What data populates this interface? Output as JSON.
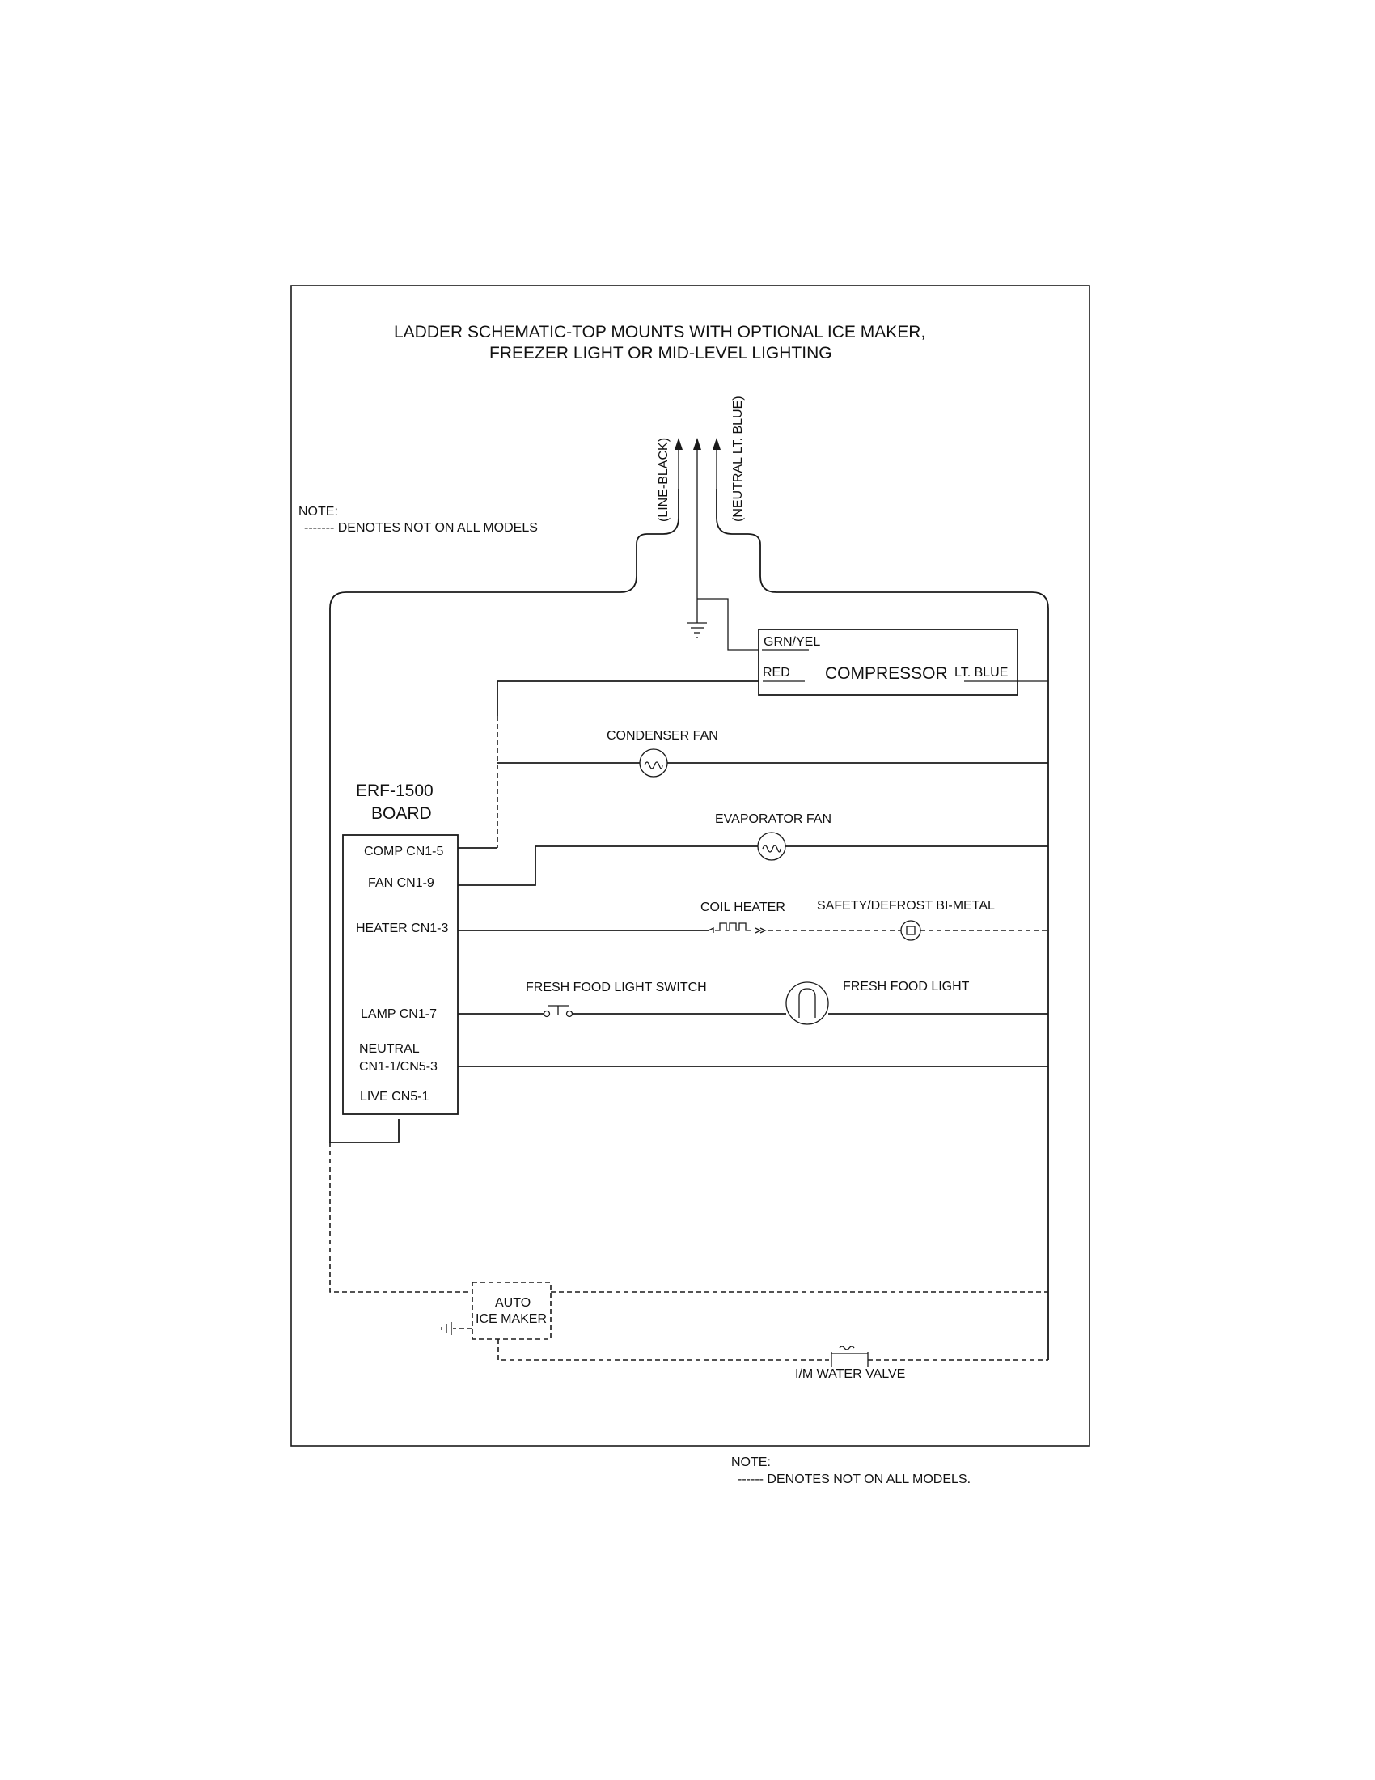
{
  "title": {
    "line1": "LADDER SCHEMATIC-TOP MOUNTS WITH OPTIONAL ICE MAKER,",
    "line2": "FREEZER LIGHT OR MID-LEVEL LIGHTING"
  },
  "note_top": {
    "label": "NOTE:",
    "text": "------- DENOTES NOT ON ALL MODELS"
  },
  "power": {
    "line_label": "(LINE-BLACK)",
    "neutral_label": "(NEUTRAL LT. BLUE)"
  },
  "compressor": {
    "name": "COMPRESSOR",
    "grn_yel": "GRN/YEL",
    "red": "RED",
    "lt_blue": "LT. BLUE"
  },
  "components": {
    "condenser_fan": "CONDENSER FAN",
    "evaporator_fan": "EVAPORATOR FAN",
    "coil_heater": "COIL HEATER",
    "safety_defrost": "SAFETY/DEFROST BI-METAL",
    "fresh_food_light_switch": "FRESH FOOD LIGHT SWITCH",
    "fresh_food_light": "FRESH FOOD LIGHT"
  },
  "board": {
    "name_line1": "ERF-1500",
    "name_line2": "BOARD",
    "pins": {
      "comp": "COMP CN1-5",
      "fan": "FAN CN1-9",
      "heater": "HEATER CN1-3",
      "lamp": "LAMP CN1-7",
      "neutral_line1": "NEUTRAL",
      "neutral_line2": "CN1-1/CN5-3",
      "live": "LIVE CN5-1"
    }
  },
  "ice_maker": {
    "line1": "AUTO",
    "line2": "ICE MAKER",
    "water_valve": "I/M WATER VALVE"
  },
  "note_bottom": {
    "label": "NOTE:",
    "text": "------ DENOTES NOT ON ALL MODELS."
  }
}
